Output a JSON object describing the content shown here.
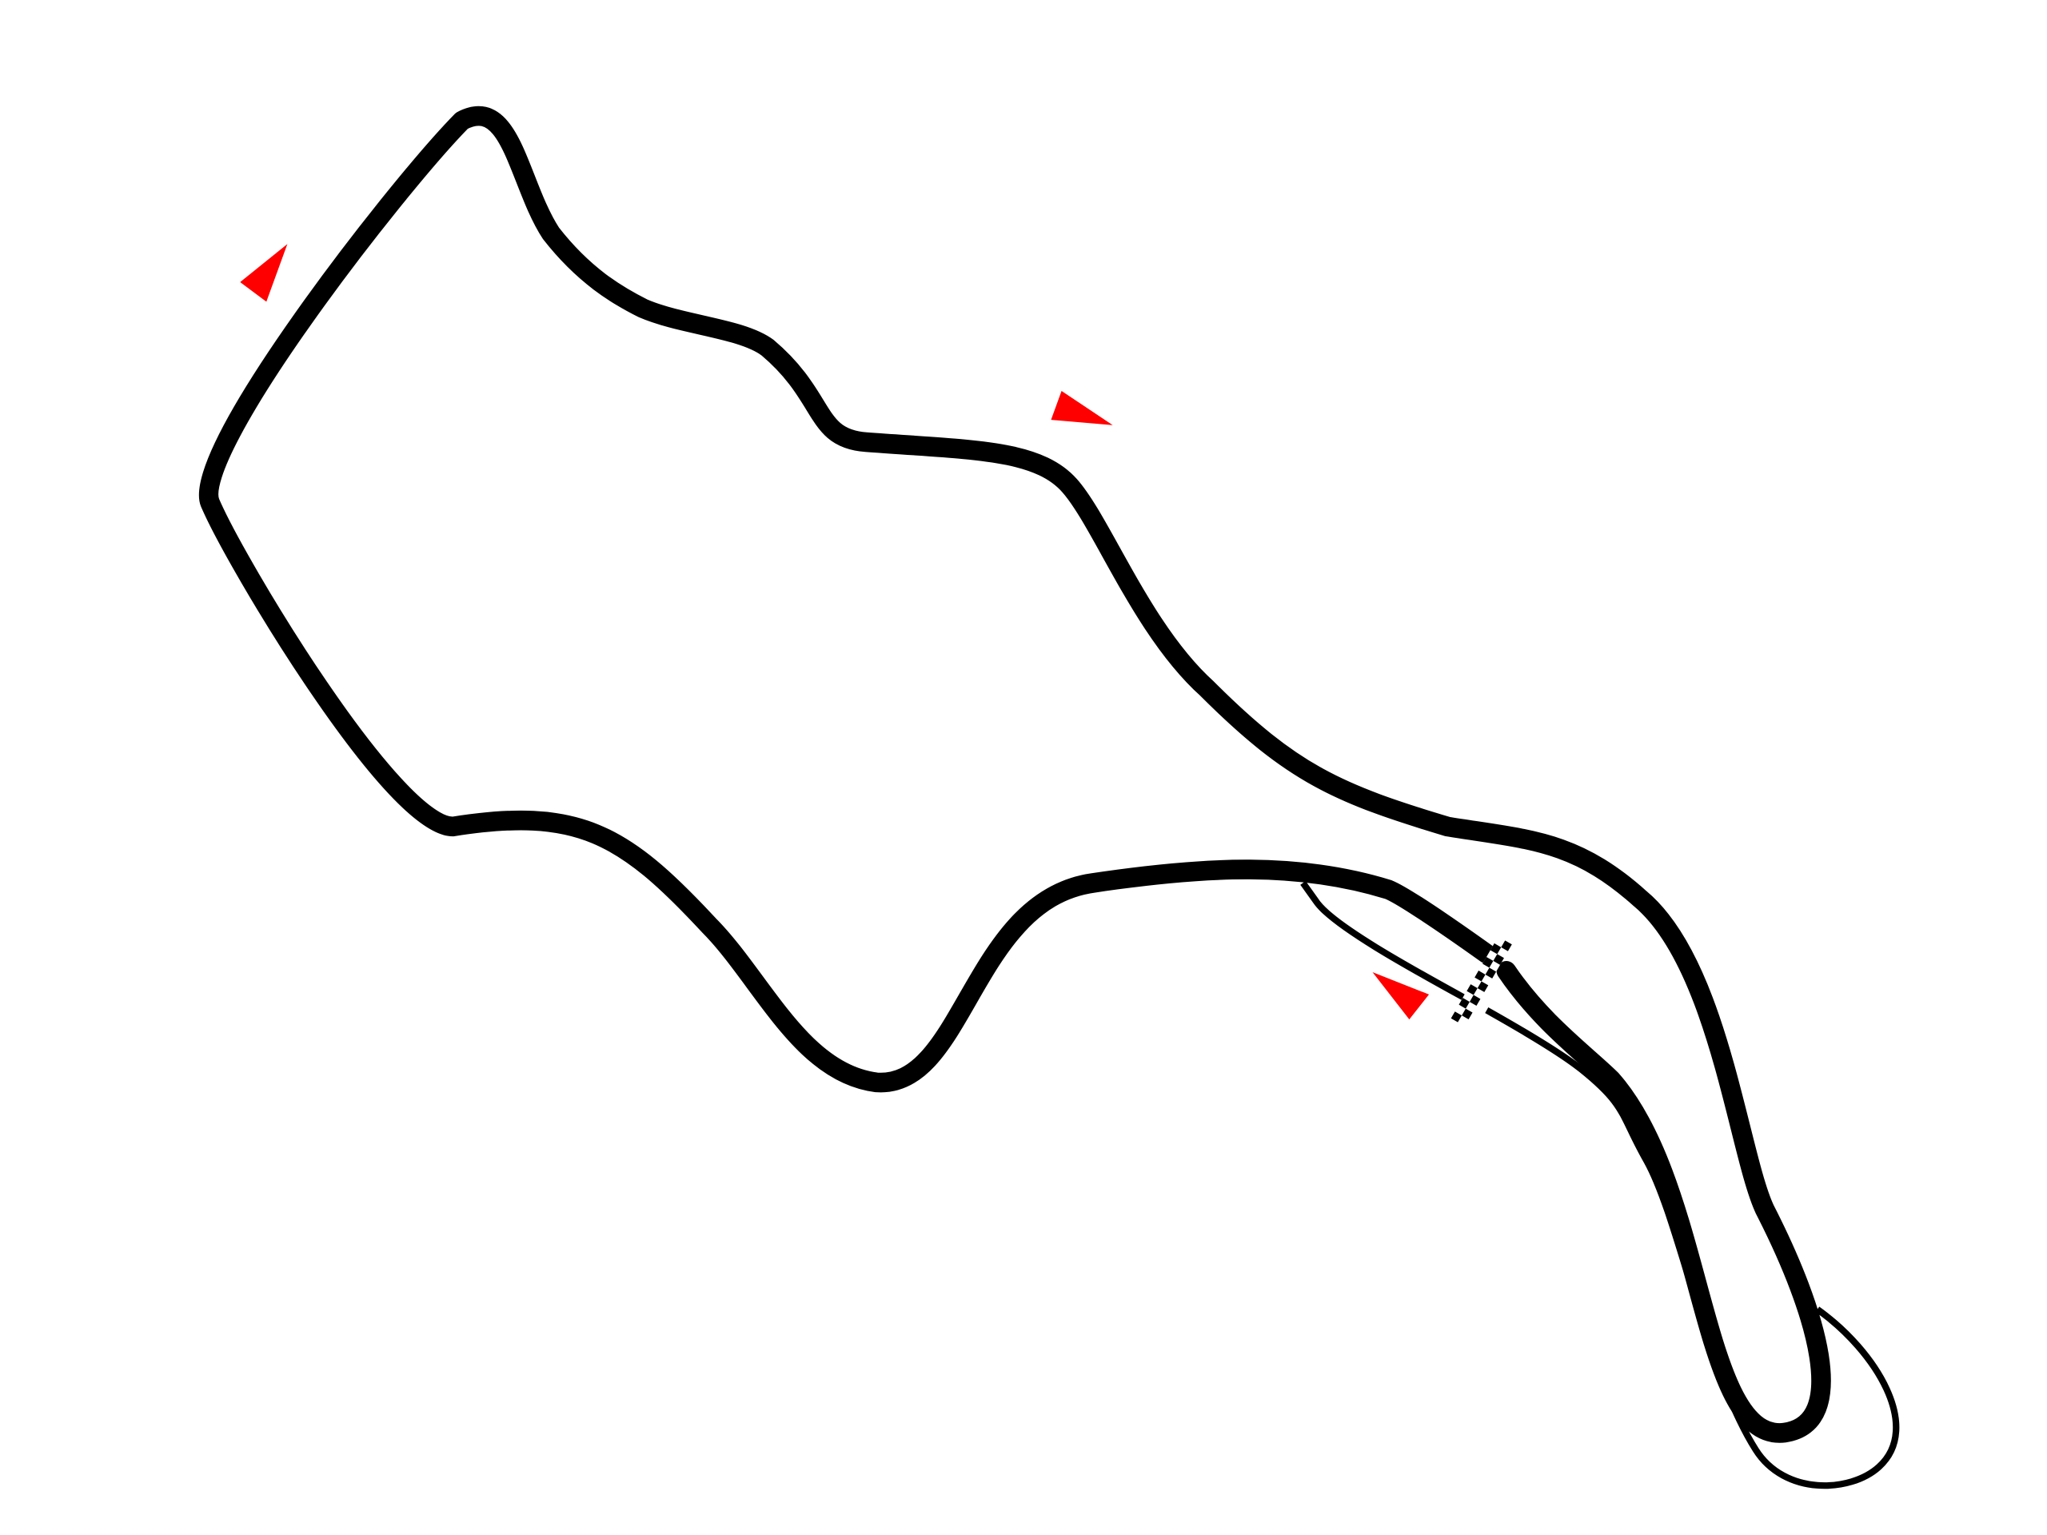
{
  "diagram": {
    "type": "race-track-layout",
    "colors": {
      "track": "#000000",
      "direction_marker": "#ff0000",
      "background": "#ffffff"
    },
    "elements": [
      "main-circuit",
      "alternate-loop",
      "start-finish-line",
      "direction-arrows"
    ]
  }
}
